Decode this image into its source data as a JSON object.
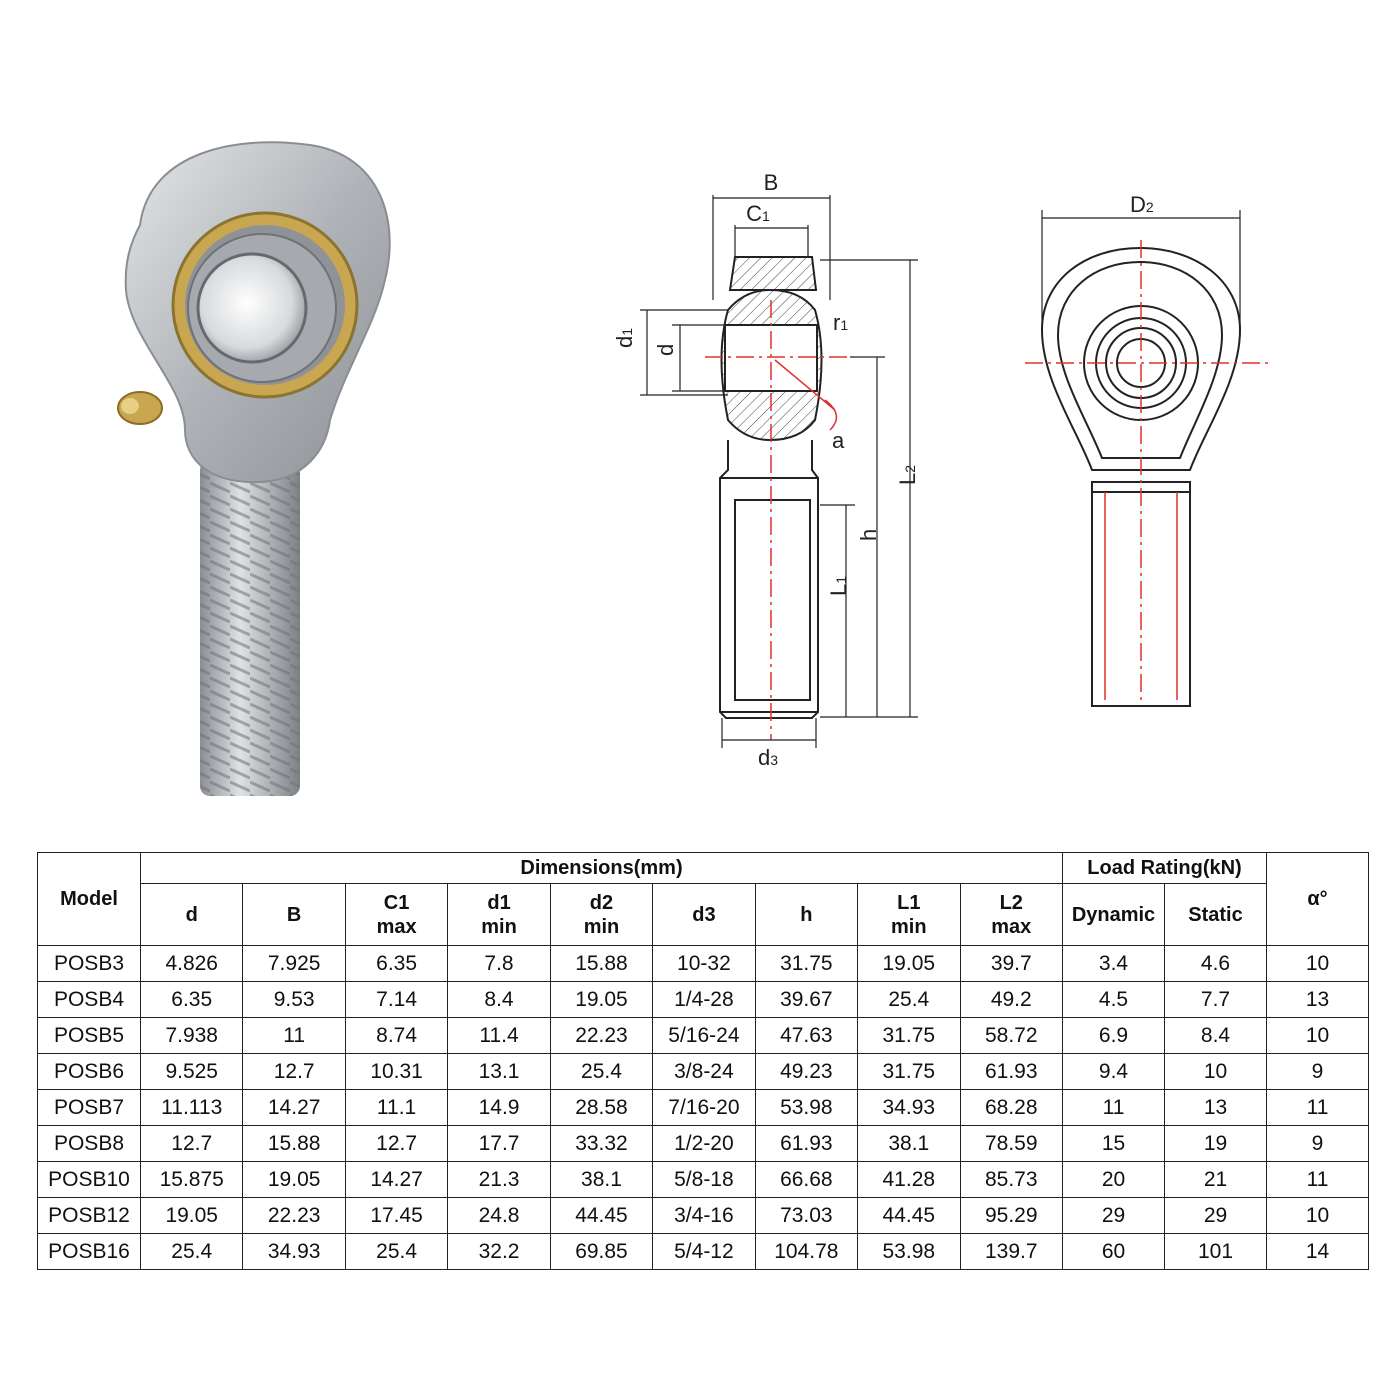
{
  "drawing_labels": {
    "B": "B",
    "C1": "C",
    "C1_sub": "1",
    "d1": "d",
    "d1_sub": "1",
    "d": "d",
    "r1": "r",
    "r1_sub": "1",
    "a": "a",
    "L2": "L",
    "L2_sub": "2",
    "h": "h",
    "L1": "L",
    "L1_sub": "1",
    "d3": "d",
    "d3_sub": "3",
    "D2": "D",
    "D2_sub": "2"
  },
  "table": {
    "model_header": "Model",
    "dimensions_header": "Dimensions(mm)",
    "load_header": "Load Rating(kN)",
    "alpha_header": "α°",
    "dim_columns": [
      {
        "label": "d",
        "sub": ""
      },
      {
        "label": "B",
        "sub": ""
      },
      {
        "label": "C1",
        "sub": "max"
      },
      {
        "label": "d1",
        "sub": "min"
      },
      {
        "label": "d2",
        "sub": "min"
      },
      {
        "label": "d3",
        "sub": ""
      },
      {
        "label": "h",
        "sub": ""
      },
      {
        "label": "L1",
        "sub": "min"
      },
      {
        "label": "L2",
        "sub": "max"
      }
    ],
    "load_columns": [
      "Dynamic",
      "Static"
    ],
    "rows": [
      [
        "POSB3",
        "4.826",
        "7.925",
        "6.35",
        "7.8",
        "15.88",
        "10-32",
        "31.75",
        "19.05",
        "39.7",
        "3.4",
        "4.6",
        "10"
      ],
      [
        "POSB4",
        "6.35",
        "9.53",
        "7.14",
        "8.4",
        "19.05",
        "1/4-28",
        "39.67",
        "25.4",
        "49.2",
        "4.5",
        "7.7",
        "13"
      ],
      [
        "POSB5",
        "7.938",
        "11",
        "8.74",
        "11.4",
        "22.23",
        "5/16-24",
        "47.63",
        "31.75",
        "58.72",
        "6.9",
        "8.4",
        "10"
      ],
      [
        "POSB6",
        "9.525",
        "12.7",
        "10.31",
        "13.1",
        "25.4",
        "3/8-24",
        "49.23",
        "31.75",
        "61.93",
        "9.4",
        "10",
        "9"
      ],
      [
        "POSB7",
        "11.113",
        "14.27",
        "11.1",
        "14.9",
        "28.58",
        "7/16-20",
        "53.98",
        "34.93",
        "68.28",
        "11",
        "13",
        "11"
      ],
      [
        "POSB8",
        "12.7",
        "15.88",
        "12.7",
        "17.7",
        "33.32",
        "1/2-20",
        "61.93",
        "38.1",
        "78.59",
        "15",
        "19",
        "9"
      ],
      [
        "POSB10",
        "15.875",
        "19.05",
        "14.27",
        "21.3",
        "38.1",
        "5/8-18",
        "66.68",
        "41.28",
        "85.73",
        "20",
        "21",
        "11"
      ],
      [
        "POSB12",
        "19.05",
        "22.23",
        "17.45",
        "24.8",
        "44.45",
        "3/4-16",
        "73.03",
        "44.45",
        "95.29",
        "29",
        "29",
        "10"
      ],
      [
        "POSB16",
        "25.4",
        "34.93",
        "25.4",
        "32.2",
        "69.85",
        "5/4-12",
        "104.78",
        "53.98",
        "139.7",
        "60",
        "101",
        "14"
      ]
    ]
  },
  "colors": {
    "centerline": "#e0302a",
    "steel": "#b9bcc0",
    "brass": "#c9a650",
    "ink": "#222222"
  }
}
